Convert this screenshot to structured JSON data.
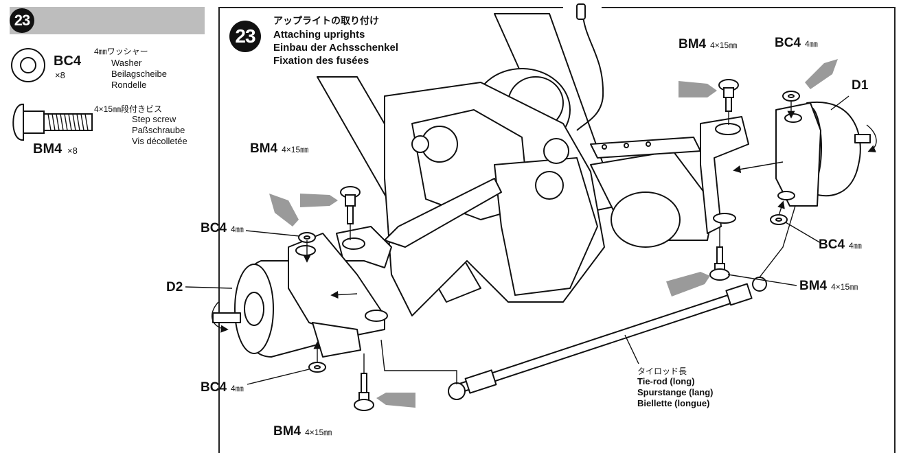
{
  "step_number": "23",
  "parts_bag": {
    "washer": {
      "code": "BC4",
      "qty": "×8",
      "jp": "4㎜ワッシャー",
      "en": "Washer",
      "de": "Beilagscheibe",
      "fr": "Rondelle"
    },
    "screw": {
      "code": "BM4",
      "qty": "×8",
      "jp": "4×15㎜段付きビス",
      "en": "Step screw",
      "de": "Paßschraube",
      "fr": "Vis décolletée"
    }
  },
  "title": {
    "jp": "アップライトの取り付け",
    "en": "Attaching uprights",
    "de": "Einbau der Achsschenkel",
    "fr": "Fixation des fusées"
  },
  "callouts": {
    "bm4_code": "BM4",
    "bm4_size": "4×15㎜",
    "bc4_code": "BC4",
    "bc4_size": "4㎜",
    "d1": "D1",
    "d2": "D2"
  },
  "tie_rod": {
    "jp": "タイロッド長",
    "en": "Tie-rod (long)",
    "de": "Spurstange (lang)",
    "fr": "Biellette (longue)"
  }
}
